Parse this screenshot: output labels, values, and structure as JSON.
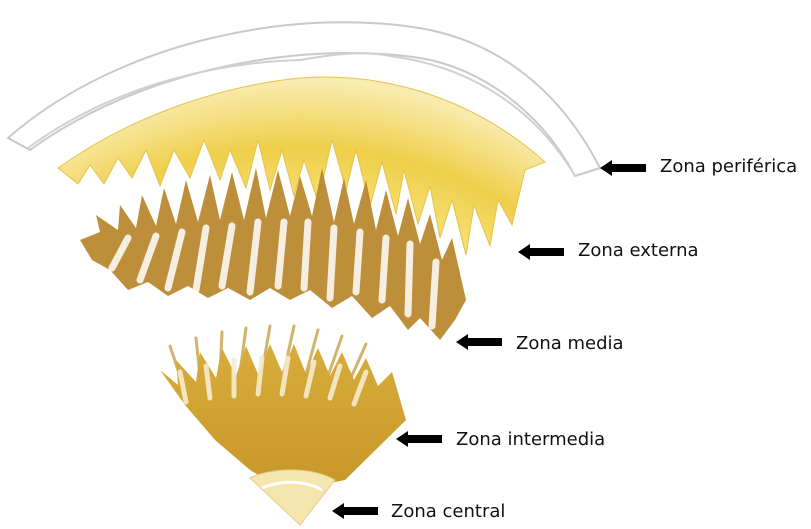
{
  "zones": [
    {
      "id": "periferica",
      "label": "Zona periférica",
      "color": "#f1d65a"
    },
    {
      "id": "externa",
      "label": "Zona externa",
      "color": "#b8862a"
    },
    {
      "id": "media",
      "label": "Zona media",
      "color": "#c49a3a"
    },
    {
      "id": "intermedia",
      "label": "Zona intermedia",
      "color": "#cfa22e"
    },
    {
      "id": "central",
      "label": "Zona central",
      "color": "#f5e6b0"
    }
  ],
  "arrow_icon": "arrow-left-icon",
  "colors": {
    "outline": "#c8c8c8",
    "arrow": "#000000"
  }
}
